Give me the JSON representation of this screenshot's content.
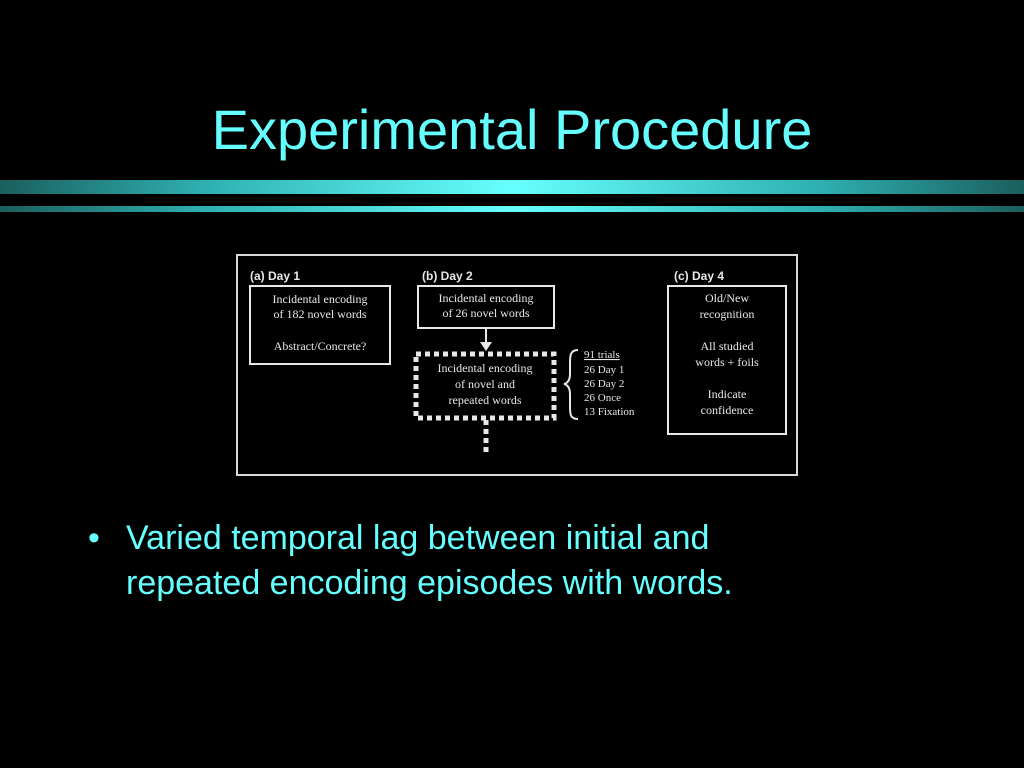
{
  "slide": {
    "title": "Experimental Procedure"
  },
  "figure": {
    "panel_a": {
      "heading": "(a)  Day 1",
      "box_line1": "Incidental  encoding",
      "box_line2": "of 182 novel words",
      "box_line3": "Abstract/Concrete?"
    },
    "panel_b": {
      "heading": "(b) Day 2",
      "box1_line1": "Incidental  encoding",
      "box1_line2": "of 26 novel words",
      "box2_line1": "Incidental  encoding",
      "box2_line2": "of novel and",
      "box2_line3": "repeated words",
      "trials_header": "91 trials",
      "trials": [
        "26 Day 1",
        "26 Day 2",
        "26 Once",
        "13 Fixation"
      ]
    },
    "panel_c": {
      "heading": "(c) Day 4",
      "lines": [
        "Old/New",
        "recognition",
        "All  studied",
        "words + foils",
        "Indicate",
        "confidence"
      ]
    }
  },
  "bullets": [
    {
      "line1": "Varied temporal lag between initial and",
      "line2": "repeated encoding episodes with words."
    }
  ],
  "colors": {
    "background": "#000000",
    "accent": "#66ffff",
    "figure_line": "#e8e8e8"
  }
}
